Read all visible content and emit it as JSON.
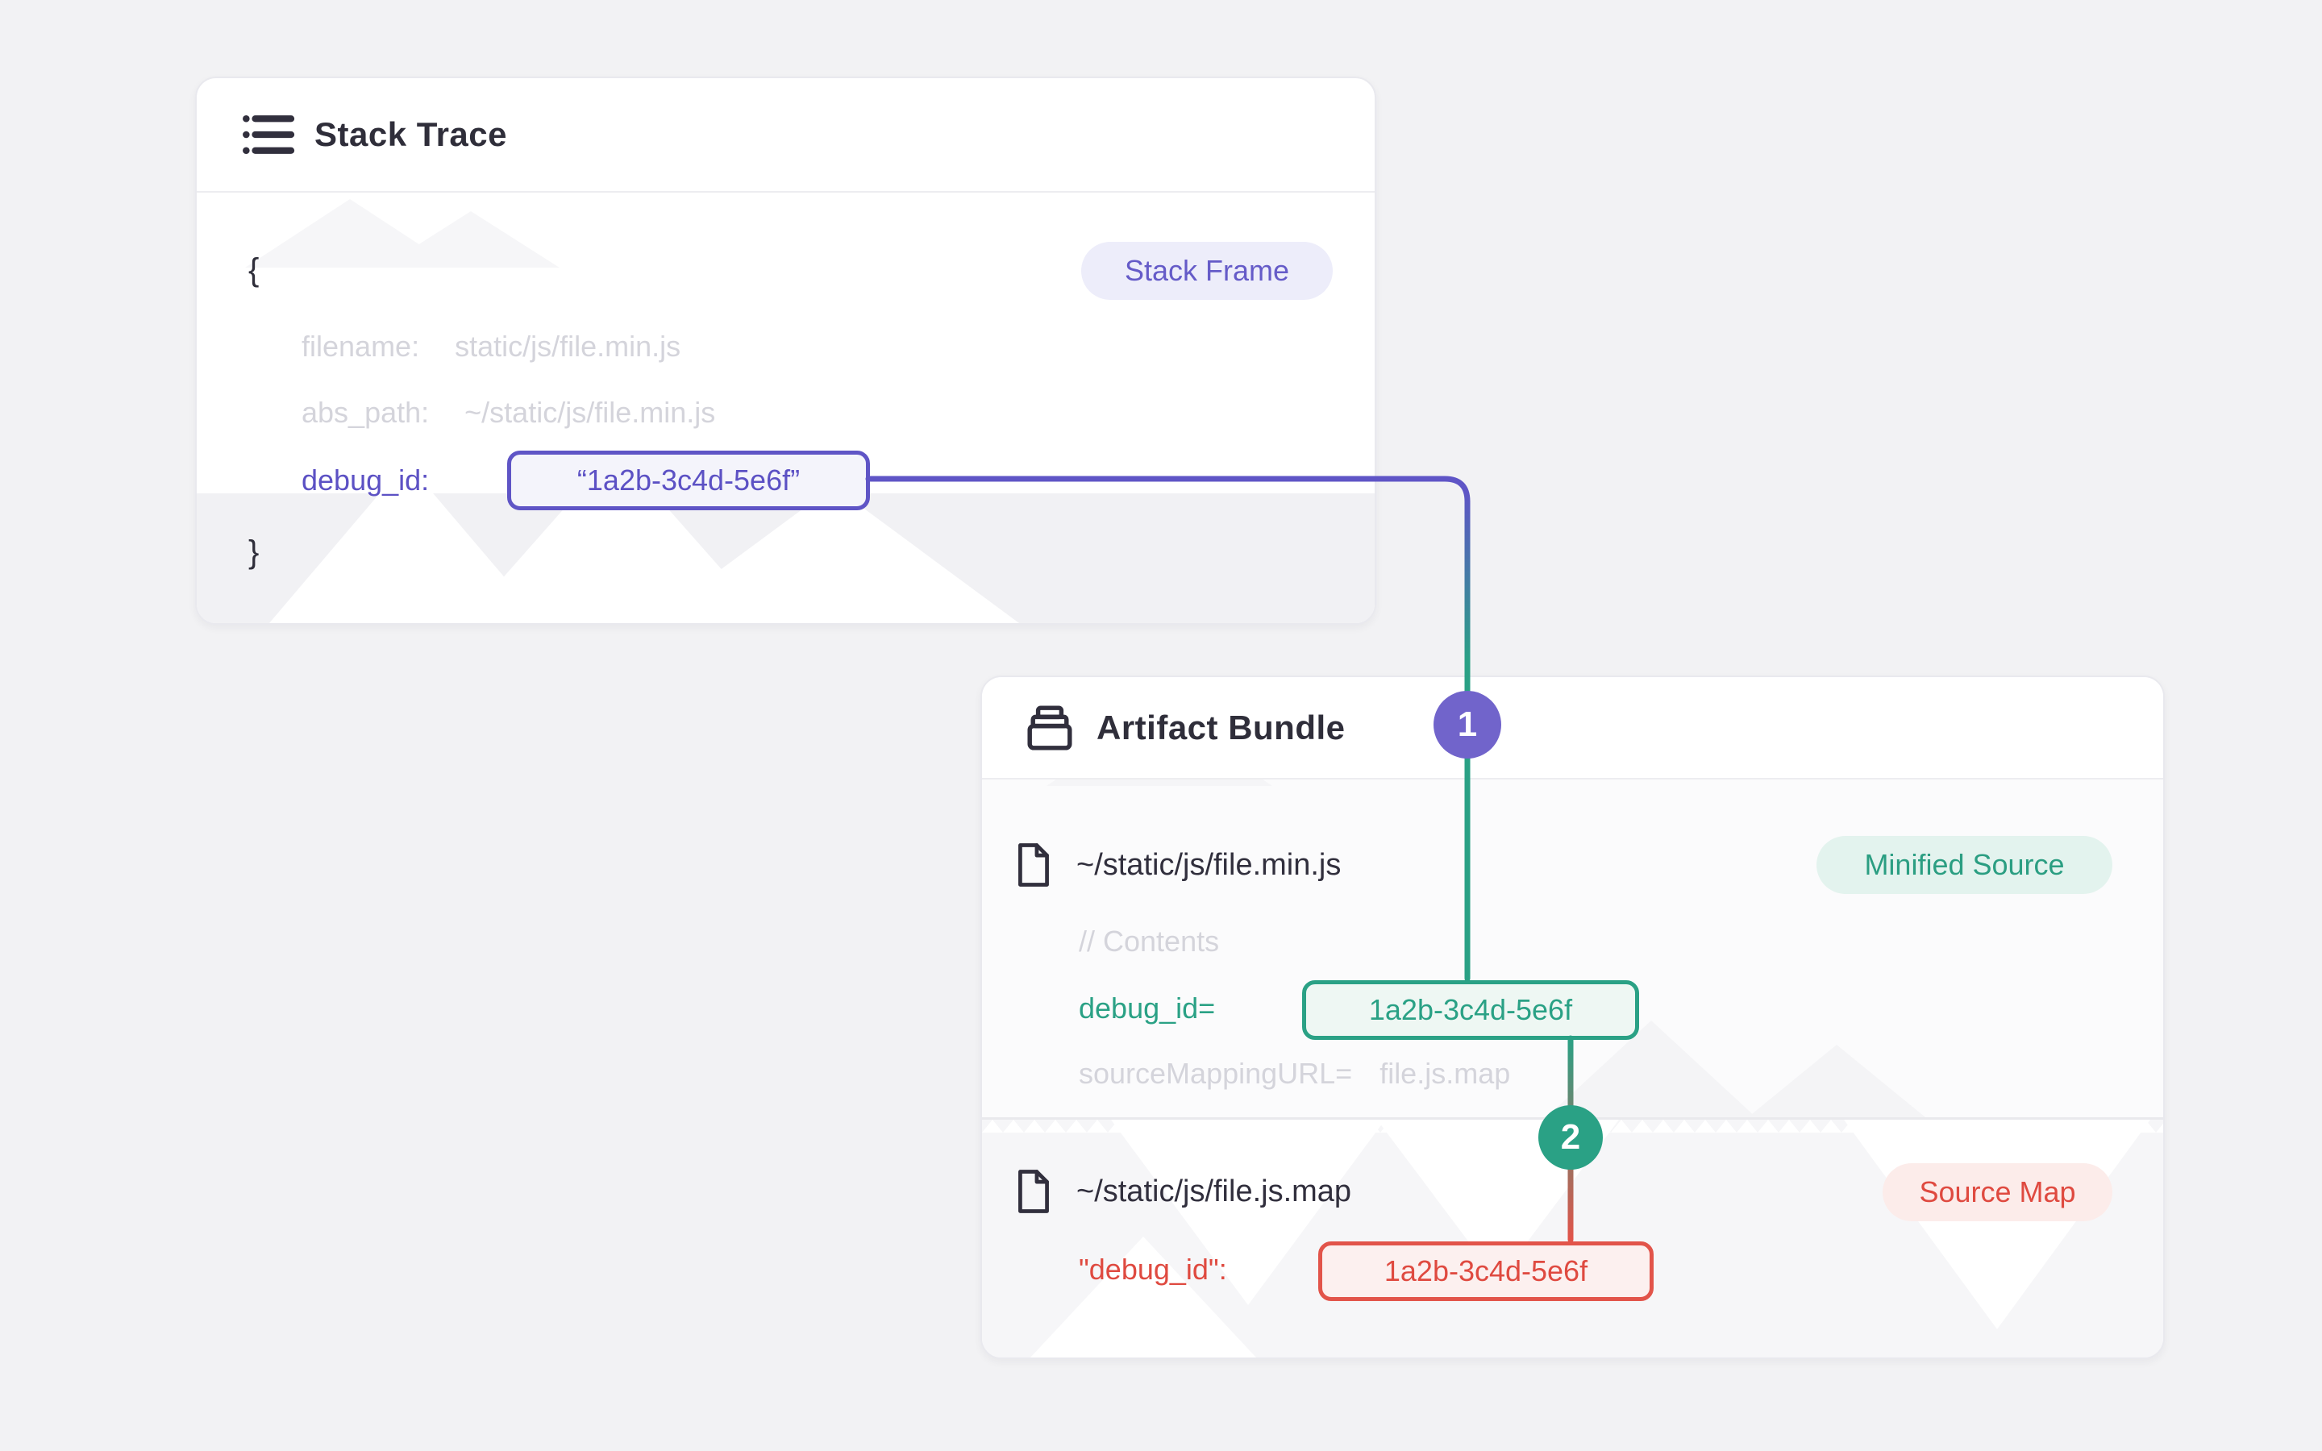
{
  "colors": {
    "purple": "#5f55c6",
    "teal": "#2aa185",
    "red": "#e2544a",
    "page_bg": "#f2f2f4",
    "gray_text": "#d4d4db",
    "dark_text": "#312f3d"
  },
  "stack_trace": {
    "title": "Stack Trace",
    "badge": "Stack Frame",
    "open_brace": "{",
    "close_brace": "}",
    "fields": [
      {
        "key": "filename:",
        "value": "static/js/file.min.js"
      },
      {
        "key": "abs_path:",
        "value": "~/static/js/file.min.js"
      }
    ],
    "debug_key": "debug_id:",
    "debug_value": "“1a2b-3c4d-5e6f”"
  },
  "artifact_bundle": {
    "title": "Artifact Bundle",
    "minified": {
      "path": "~/static/js/file.min.js",
      "badge": "Minified Source",
      "comment": "// Contents",
      "debug_key": "debug_id=",
      "debug_value": "1a2b-3c4d-5e6f",
      "source_mapping_key": "sourceMappingURL=",
      "source_mapping_value": "file.js.map"
    },
    "source_map": {
      "path": "~/static/js/file.js.map",
      "badge": "Source Map",
      "debug_key": "\"debug_id\":",
      "debug_value": "1a2b-3c4d-5e6f"
    }
  },
  "connectors": {
    "step1": "1",
    "step2": "2"
  }
}
